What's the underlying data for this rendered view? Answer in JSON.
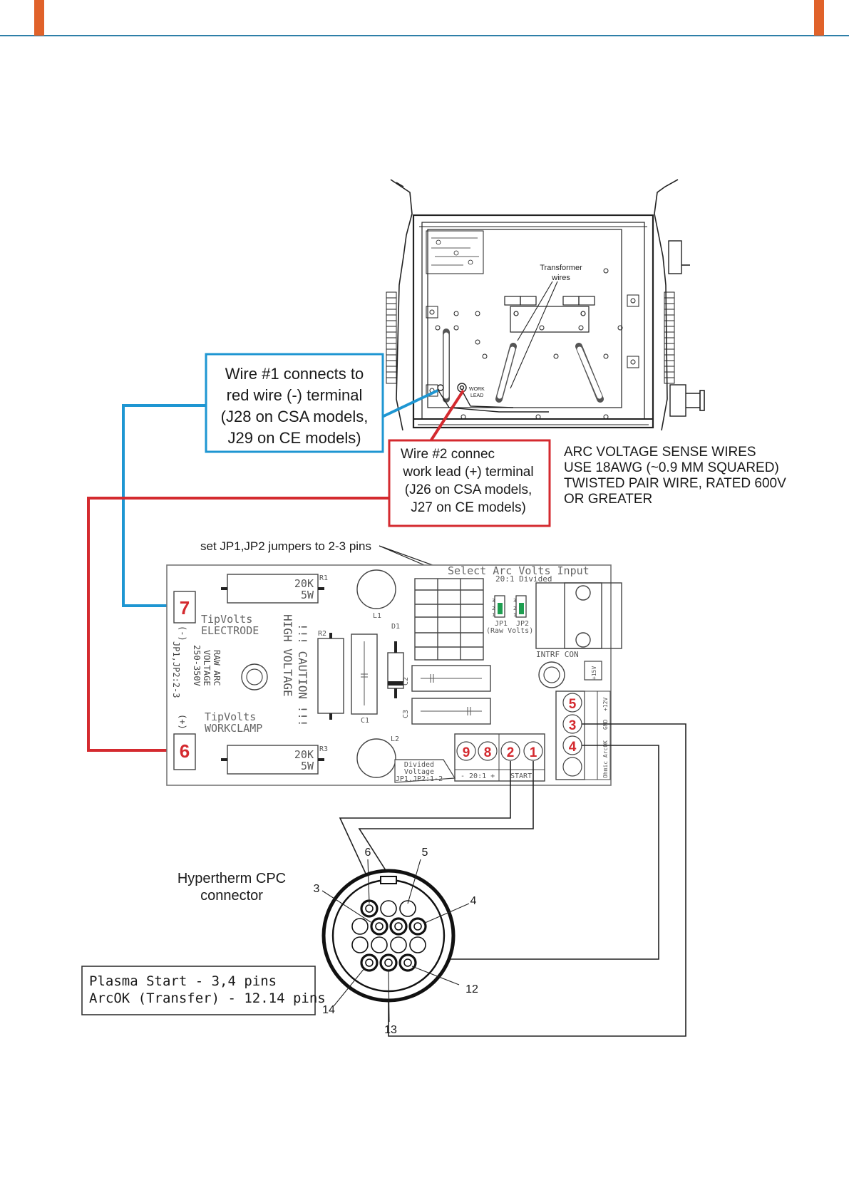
{
  "colors": {
    "accent_orange": "#E0622A",
    "header_line": "#2E7FA8",
    "callout_blue": "#1E96D2",
    "callout_red": "#D42A2F",
    "ink": "#1a1a1a"
  },
  "machine": {
    "transformer_label": [
      "Transformer",
      "wires"
    ],
    "work_lead_label": [
      "WORK",
      "LEAD"
    ]
  },
  "callout_wire1": {
    "lines": [
      "Wire #1 connects to",
      "red wire (-) terminal",
      "(J28 on CSA models,",
      "J29 on CE models)"
    ]
  },
  "callout_wire2": {
    "lines": [
      "Wire #2 connec",
      "work lead (+) terminal",
      "(J26 on CSA models,",
      "J27 on CE models)"
    ]
  },
  "arc_note": {
    "lines": [
      "ARC VOLTAGE SENSE WIRES",
      "USE 18AWG (~0.9 MM SQUARED)",
      "TWISTED PAIR WIRE, RATED 600V",
      "OR GREATER"
    ]
  },
  "jumper_note": "set JP1,JP2 jumpers to 2-3 pins",
  "board": {
    "title": "Select Arc Volts Input",
    "subtitle": "20:1 Divided",
    "tipvolts_electrode": [
      "TipVolts",
      "ELECTRODE"
    ],
    "tipvolts_workclamp": [
      "TipVolts",
      "WORKCLAMP"
    ],
    "minus": "(-)",
    "plus": "(+)",
    "jp_side": "JP1,JP2:2-3",
    "raw_arc": [
      "RAW ARC",
      "VOLTAGE",
      "250-350V"
    ],
    "caution": [
      "!!! CAUTION !!!",
      "HIGH VOLTAGE"
    ],
    "resistor_value": [
      "20K",
      "5W"
    ],
    "r1": "R1",
    "r2": "R2",
    "r3": "R3",
    "l1": "L1",
    "l2": "L2",
    "d1": "D1",
    "c1": "C1",
    "c2": "C2",
    "c3": "C3",
    "jp1": "JP1",
    "jp2": "JP2",
    "raw_volts": "(Raw Volts)",
    "intrf_con": "INTRF CON",
    "plus15": "+15V",
    "plus12": "+12V",
    "gnd": "GND",
    "ohmic_arcok": "Ohmic ArcOK",
    "divided_voltage": [
      "Divided",
      "Voltage",
      "JP1,JP2:1-2"
    ],
    "twenty_to_one": "- 20:1 +",
    "start": "START",
    "pins": [
      "1",
      "2",
      "3"
    ],
    "terminals": {
      "t7": "7",
      "t6": "6",
      "t5": "5",
      "t3": "3",
      "t4": "4",
      "t9": "9",
      "t8": "8",
      "t2": "2",
      "t1": "1"
    }
  },
  "connector": {
    "label": [
      "Hypertherm CPC",
      "connector"
    ],
    "pin_numbers": [
      "6",
      "5",
      "3",
      "4",
      "12",
      "14",
      "13"
    ]
  },
  "pin_note": {
    "lines": [
      "Plasma Start - 3,4 pins",
      "ArcOK (Transfer) - 12.14 pins"
    ]
  }
}
